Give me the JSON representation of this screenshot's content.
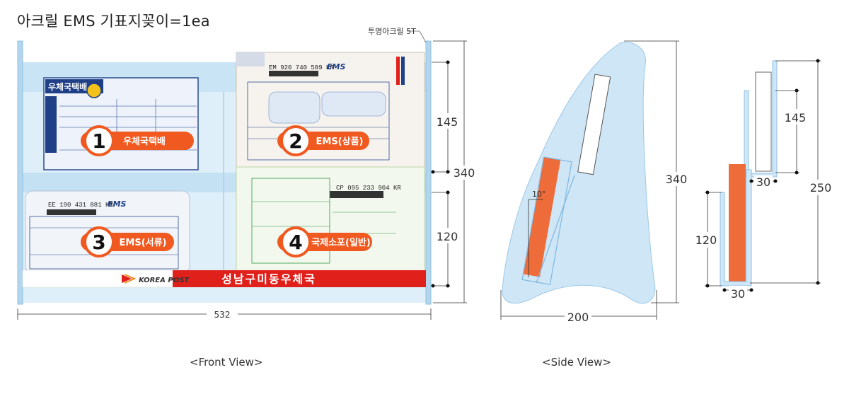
{
  "title": "아크릴 EMS 기표지꽂이=1ea",
  "material_note": "투명아크릴 5T",
  "front_view": {
    "label": "<Front View>",
    "dims": {
      "width": "532",
      "total_height": "340",
      "upper": "145",
      "lower": "120"
    },
    "slots": [
      {
        "number": "1",
        "caption": "우체국택배"
      },
      {
        "number": "2",
        "caption": "EMS(상품)"
      },
      {
        "number": "3",
        "caption": "EMS(서류)"
      },
      {
        "number": "4",
        "caption": "국제소포(일반)"
      }
    ],
    "forms": {
      "form1_header": "우체국택배",
      "form2_tracking": "EM 920 740 589 KR",
      "form2_brand": "EMS",
      "form3_tracking": "EE 190 431 881 KR",
      "form3_brand": "EMS",
      "form4_tracking": "CP 095 233 904 KR"
    },
    "banner": {
      "logo": "KOREA POST",
      "office": "성남구미동우체국"
    }
  },
  "side_view": {
    "label": "<Side View>",
    "dims": {
      "height": "340",
      "base": "200",
      "angle": "10°"
    }
  },
  "detail_view": {
    "dims": {
      "upper": "145",
      "total": "250",
      "lower": "120",
      "top_gap": "30",
      "bottom_gap": "30"
    }
  },
  "colors": {
    "acrylic": "#cfe6f6",
    "acrylic_edge": "#7fb7df",
    "slot_orange": "#ee6b3a",
    "banner_red": "#e0201b",
    "badge_orange": "#f0591f"
  }
}
